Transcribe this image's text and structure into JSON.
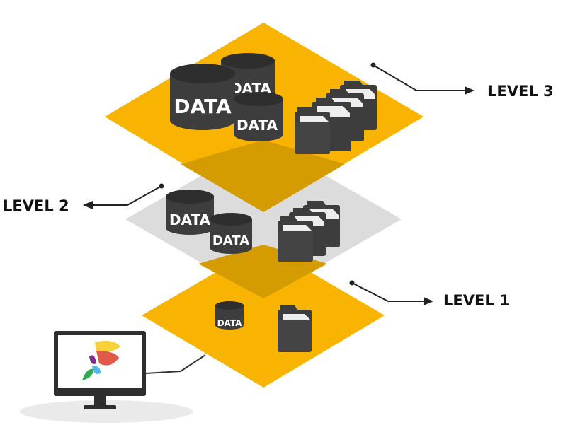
{
  "labels": {
    "level3": "LEVEL 3",
    "level2": "LEVEL 2",
    "level1": "LEVEL 1"
  },
  "database_label": "DATA",
  "colors": {
    "plane_accent": "#F8B400",
    "plane_middle": "#DCDCDC",
    "overlap": "#D49C00",
    "icon_dark": "#3D3D3D",
    "icon_darker": "#2E2E2E",
    "paper": "#EDEDED",
    "arrow": "#222222"
  },
  "icons": {
    "database": "database-cylinder-icon",
    "folder": "folder-with-documents-icon",
    "monitor": "desktop-monitor-icon",
    "logo": "colorful-logo-icon"
  }
}
